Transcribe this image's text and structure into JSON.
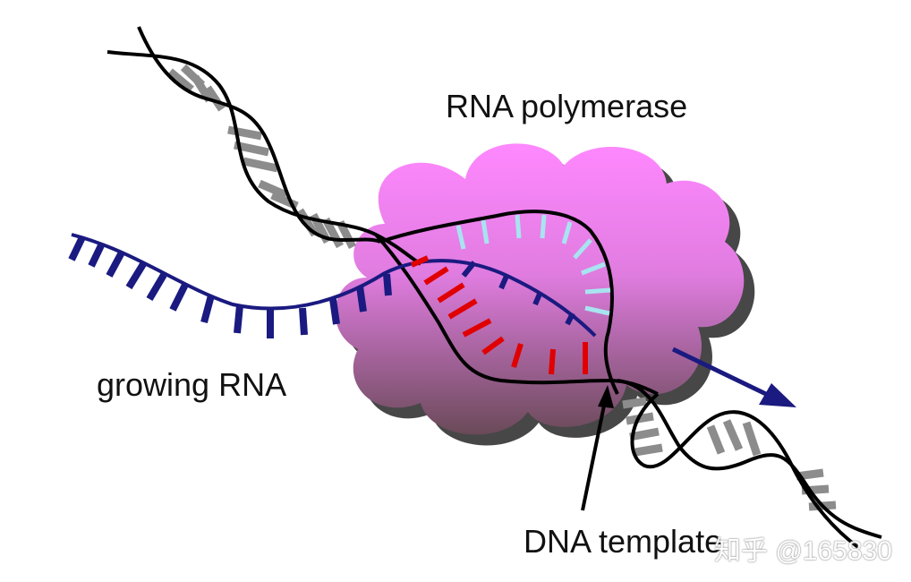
{
  "labels": {
    "polymerase": "RNA polymerase",
    "growing_rna": "growing RNA",
    "dna_template": "DNA template"
  },
  "watermark": "知乎 @165830",
  "colors": {
    "polymerase_top": "#ff80ff",
    "polymerase_bottom": "#6e4a5c",
    "polymerase_shadow": "#4a4a4a",
    "dna_backbone": "#000000",
    "dna_base": "#8c8c8c",
    "rna_strand": "#1a1a80",
    "rna_new_base": "#e00000",
    "template_bases_in_bubble": "#a8e4f0",
    "direction_arrow": "#1a1a80"
  }
}
